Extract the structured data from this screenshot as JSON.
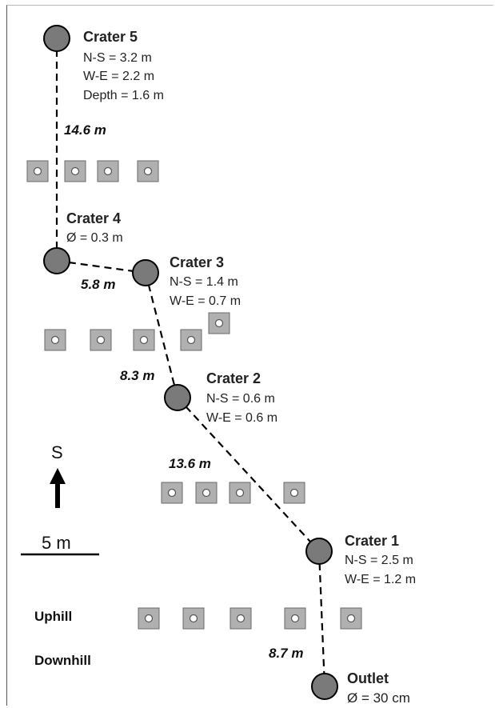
{
  "craters": [
    {
      "id": "crater-5",
      "name": "Crater 5",
      "lines": [
        "N-S = 3.2 m",
        "W-E = 2.2 m",
        "Depth = 1.6 m"
      ]
    },
    {
      "id": "crater-4",
      "name": "Crater 4",
      "lines": [
        "Ø = 0.3 m"
      ]
    },
    {
      "id": "crater-3",
      "name": "Crater 3",
      "lines": [
        "N-S = 1.4 m",
        "W-E = 0.7 m"
      ]
    },
    {
      "id": "crater-2",
      "name": "Crater 2",
      "lines": [
        "N-S = 0.6 m",
        "W-E = 0.6 m"
      ]
    },
    {
      "id": "crater-1",
      "name": "Crater 1",
      "lines": [
        "N-S = 2.5 m",
        "W-E = 1.2 m"
      ]
    },
    {
      "id": "outlet",
      "name": "Outlet",
      "lines": [
        "Ø = 30 cm"
      ]
    }
  ],
  "distances": [
    "14.6 m",
    "5.8 m",
    "8.3 m",
    "13.6 m",
    "8.7 m"
  ],
  "orientation": {
    "label": "S"
  },
  "scale_bar": {
    "label": "5 m"
  },
  "slope_labels": {
    "uphill": "Uphill",
    "downhill": "Downhill"
  }
}
